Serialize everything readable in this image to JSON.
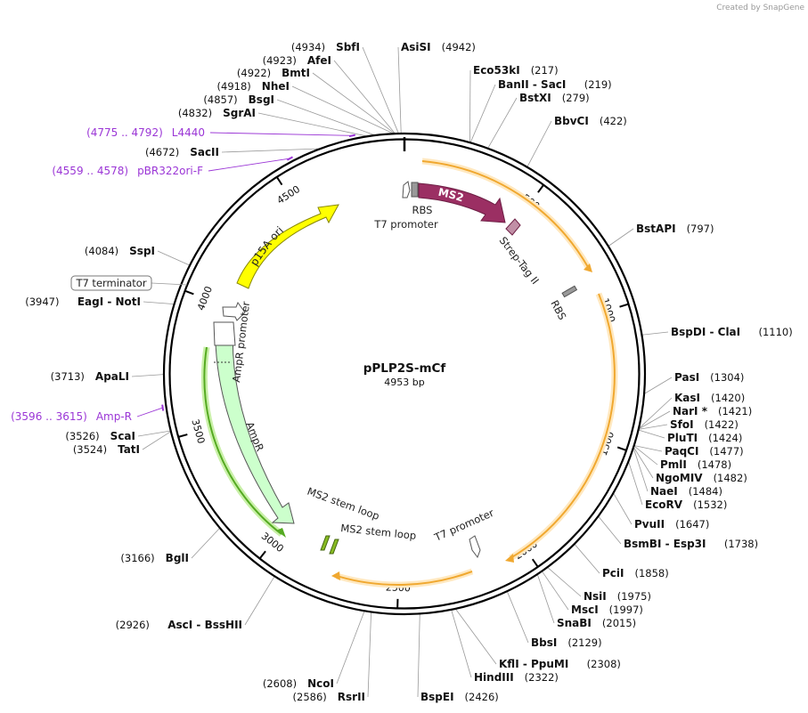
{
  "credit": "Created by SnapGene",
  "plasmid": {
    "name": "pPLP2S-mCf",
    "size_label": "4953 bp",
    "length": 4953
  },
  "colors": {
    "ms2": "#9b2f63",
    "p15a": "#ffff00",
    "ampr_fill": "#ccffcc",
    "ampr_stroke": "#55aa22",
    "orf": "#f0a830",
    "primer": "#9b36d6",
    "strep": "#c18fa6",
    "stemloop": "#88bb22"
  },
  "ticks": [
    {
      "pos": 500,
      "label": "500"
    },
    {
      "pos": 1000,
      "label": "1000"
    },
    {
      "pos": 1500,
      "label": "1500"
    },
    {
      "pos": 2000,
      "label": "2000"
    },
    {
      "pos": 2500,
      "label": "2500"
    },
    {
      "pos": 3000,
      "label": "3000"
    },
    {
      "pos": 3500,
      "label": "3500"
    },
    {
      "pos": 4000,
      "label": "4000"
    },
    {
      "pos": 4500,
      "label": "4500"
    }
  ],
  "sites": [
    {
      "name": "AsiSI",
      "pos": "(4942)",
      "bp": 4942
    },
    {
      "name": "SbfI",
      "pos": "(4934)",
      "bp": 4934
    },
    {
      "name": "AfeI",
      "pos": "(4923)",
      "bp": 4923
    },
    {
      "name": "BmtI",
      "pos": "(4922)",
      "bp": 4922
    },
    {
      "name": "NheI",
      "pos": "(4918)",
      "bp": 4918
    },
    {
      "name": "BsgI",
      "pos": "(4857)",
      "bp": 4857
    },
    {
      "name": "SgrAI",
      "pos": "(4832)",
      "bp": 4832
    },
    {
      "name": "SacII",
      "pos": "(4672)",
      "bp": 4672
    },
    {
      "name": "Eco53kI",
      "pos": "(217)",
      "bp": 217
    },
    {
      "name": "BanII - SacI",
      "pos": "(219)",
      "bp": 219
    },
    {
      "name": "BstXI",
      "pos": "(279)",
      "bp": 279
    },
    {
      "name": "BbvCI",
      "pos": "(422)",
      "bp": 422
    },
    {
      "name": "BstAPI",
      "pos": "(797)",
      "bp": 797
    },
    {
      "name": "BspDI - ClaI",
      "pos": "(1110)",
      "bp": 1110
    },
    {
      "name": "PasI",
      "pos": "(1304)",
      "bp": 1304
    },
    {
      "name": "KasI",
      "pos": "(1420)",
      "bp": 1420
    },
    {
      "name": "NarI *",
      "pos": "(1421)",
      "bp": 1421
    },
    {
      "name": "SfoI",
      "pos": "(1422)",
      "bp": 1422
    },
    {
      "name": "PluTI",
      "pos": "(1424)",
      "bp": 1424
    },
    {
      "name": "PaqCI",
      "pos": "(1477)",
      "bp": 1477
    },
    {
      "name": "PmlI",
      "pos": "(1478)",
      "bp": 1478
    },
    {
      "name": "NgoMIV",
      "pos": "(1482)",
      "bp": 1482
    },
    {
      "name": "NaeI",
      "pos": "(1484)",
      "bp": 1484
    },
    {
      "name": "EcoRV",
      "pos": "(1532)",
      "bp": 1532
    },
    {
      "name": "PvuII",
      "pos": "(1647)",
      "bp": 1647
    },
    {
      "name": "BsmBI - Esp3I",
      "pos": "(1738)",
      "bp": 1738
    },
    {
      "name": "PciI",
      "pos": "(1858)",
      "bp": 1858
    },
    {
      "name": "NsiI",
      "pos": "(1975)",
      "bp": 1975
    },
    {
      "name": "MscI",
      "pos": "(1997)",
      "bp": 1997
    },
    {
      "name": "SnaBI",
      "pos": "(2015)",
      "bp": 2015
    },
    {
      "name": "BbsI",
      "pos": "(2129)",
      "bp": 2129
    },
    {
      "name": "KflI - PpuMI",
      "pos": "(2308)",
      "bp": 2308
    },
    {
      "name": "HindIII",
      "pos": "(2322)",
      "bp": 2322
    },
    {
      "name": "BspEI",
      "pos": "(2426)",
      "bp": 2426
    },
    {
      "name": "NcoI",
      "pos": "(2608)",
      "bp": 2608
    },
    {
      "name": "RsrII",
      "pos": "(2586)",
      "bp": 2586
    },
    {
      "name": "AscI - BssHII",
      "pos": "(2926)",
      "bp": 2926
    },
    {
      "name": "BglI",
      "pos": "(3166)",
      "bp": 3166
    },
    {
      "name": "TatI",
      "pos": "(3524)",
      "bp": 3524
    },
    {
      "name": "ScaI",
      "pos": "(3526)",
      "bp": 3526
    },
    {
      "name": "ApaLI",
      "pos": "(3713)",
      "bp": 3713
    },
    {
      "name": "EagI - NotI",
      "pos": "(3947)",
      "bp": 3947
    },
    {
      "name": "SspI",
      "pos": "(4084)",
      "bp": 4084
    }
  ],
  "primers": [
    {
      "name": "L4440",
      "range": "(4775 .. 4792)",
      "bp": 4783
    },
    {
      "name": "pBR322ori-F",
      "range": "(4559 .. 4578)",
      "bp": 4568
    },
    {
      "name": "Amp-R",
      "range": "(3596 .. 3615)",
      "bp": 3605
    }
  ],
  "features": {
    "ms2": "MS2",
    "p15a": "p15A ori",
    "ampr": "AmpR",
    "ampr_promoter": "AmpR promoter",
    "t7_promoter_top": "T7 promoter",
    "t7_promoter_bottom": "T7 promoter",
    "rbs_top": "RBS",
    "rbs_right": "RBS",
    "strep_tag": "Strep-Tag II",
    "stem_loop_1": "MS2 stem loop",
    "stem_loop_2": "MS2 stem loop",
    "t7_terminator": "T7 terminator"
  }
}
